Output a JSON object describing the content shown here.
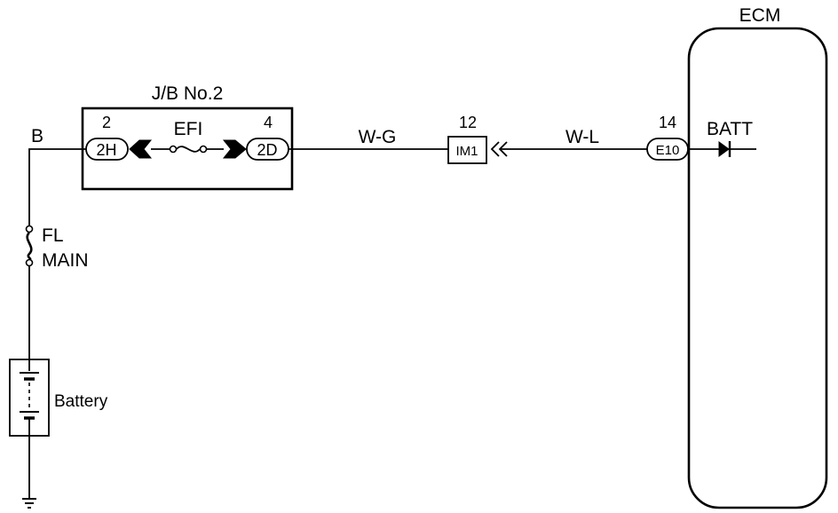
{
  "ecm": {
    "title": "ECM",
    "terminal_pin": "14",
    "connector": "E10",
    "terminal_label": "BATT"
  },
  "junction_block": {
    "title": "J/B No.2",
    "fuse_label": "EFI",
    "left_pin": "2",
    "left_connector": "2H",
    "right_pin": "4",
    "right_connector": "2D"
  },
  "intermediate_connector": {
    "pin": "12",
    "id": "IM1"
  },
  "wires": {
    "battery_to_jb": "B",
    "jb_to_im1": "W-G",
    "im1_to_ecm": "W-L"
  },
  "fusible_link": {
    "label_line1": "FL",
    "label_line2": "MAIN"
  },
  "battery": {
    "label": "Battery"
  }
}
